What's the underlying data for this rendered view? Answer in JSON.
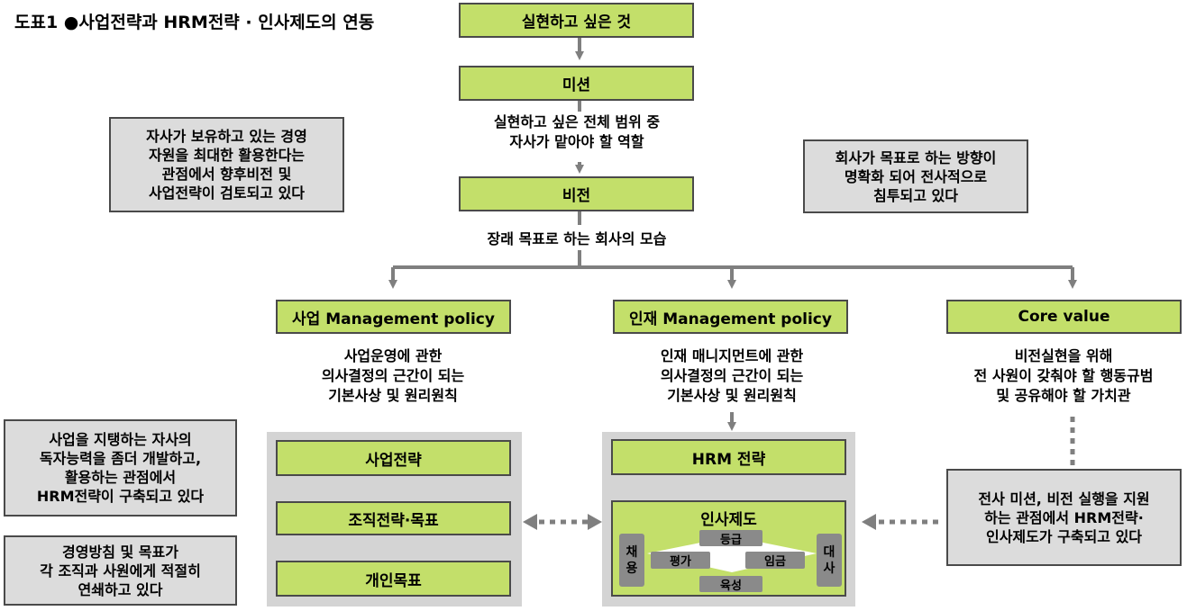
{
  "title": "도표1 ●사업전략과 HRM전략 · 인사제도의 연동",
  "top": {
    "box1": "실현하고 싶은 것",
    "box2": "미션",
    "mission_desc": [
      "실현하고 싶은 전체 범위 중",
      "자사가 맡아야 할 역할"
    ],
    "box3": "비전",
    "vision_desc": "장래 목표로 하는 회사의 모습"
  },
  "notes": {
    "left_top": [
      "자사가 보유하고 있는 경영",
      "자원을 최대한 활용한다는",
      "관점에서 향후비전 및",
      "사업전략이 검토되고 있다"
    ],
    "right_top": [
      "회사가 목표로 하는 방향이",
      "명확화 되어 전사적으로",
      "침투되고 있다"
    ],
    "left_mid": [
      "사업을 지탱하는 자사의",
      "독자능력을 좀더 개발하고,",
      "활용하는 관점에서",
      "HRM전략이 구축되고 있다"
    ],
    "left_bottom": [
      "경영방침 및 목표가",
      "각 조직과 사원에게 적절히",
      "연쇄하고 있다"
    ],
    "right_bottom": [
      "전사 미션, 비전 실행을 지원",
      "하는 관점에서 HRM전략·",
      "인사제도가 구축되고 있다"
    ]
  },
  "columns": {
    "business": {
      "header": "사업 Management policy",
      "desc": [
        "사업운영에 관한",
        "의사결정의 근간이 되는",
        "기본사상 및 원리원칙"
      ],
      "boxes": [
        "사업전략",
        "조직전략·목표",
        "개인목표"
      ]
    },
    "hr": {
      "header": "인재 Management policy",
      "desc": [
        "인재 매니지먼트에 관한",
        "의사결정의 근간이 되는",
        "기본사상 및 원리원칙"
      ],
      "hrm": "HRM 전략",
      "system": {
        "title": "인사제도",
        "left": [
          "채",
          "용"
        ],
        "right": [
          "대",
          "사"
        ],
        "grade": "등급",
        "evaluation": "평가",
        "wage": "임금",
        "development": "육성"
      }
    },
    "core": {
      "header": "Core value",
      "desc": [
        "비전실현을 위해",
        "전 사원이 갖춰야 할 행동규범",
        "및 공유해야 할 가치관"
      ]
    }
  },
  "colors": {
    "green": "#c3df6a",
    "gray_note": "#dcdcdc",
    "panel": "#d4d4d4",
    "line": "#7f7f7f"
  }
}
